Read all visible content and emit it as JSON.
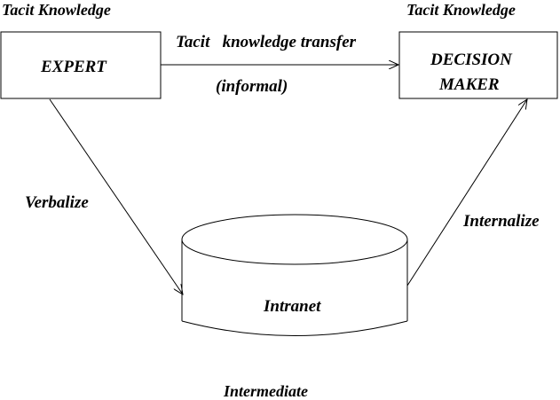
{
  "expert": {
    "caption": "Tacit Knowledge",
    "box_label": "EXPERT"
  },
  "decision_maker": {
    "caption": "Tacit Knowledge",
    "box_label_line1": "DECISION",
    "box_label_line2": "MAKER"
  },
  "transfer": {
    "label": "Tacit   knowledge transfer",
    "sublabel": "(informal)"
  },
  "verbalize": {
    "label": "Verbalize"
  },
  "internalize": {
    "label": "Internalize"
  },
  "intranet": {
    "label": "Intranet",
    "caption": "Intermediate"
  },
  "colors": {
    "ink": "#000000",
    "background": "#ffffff"
  }
}
